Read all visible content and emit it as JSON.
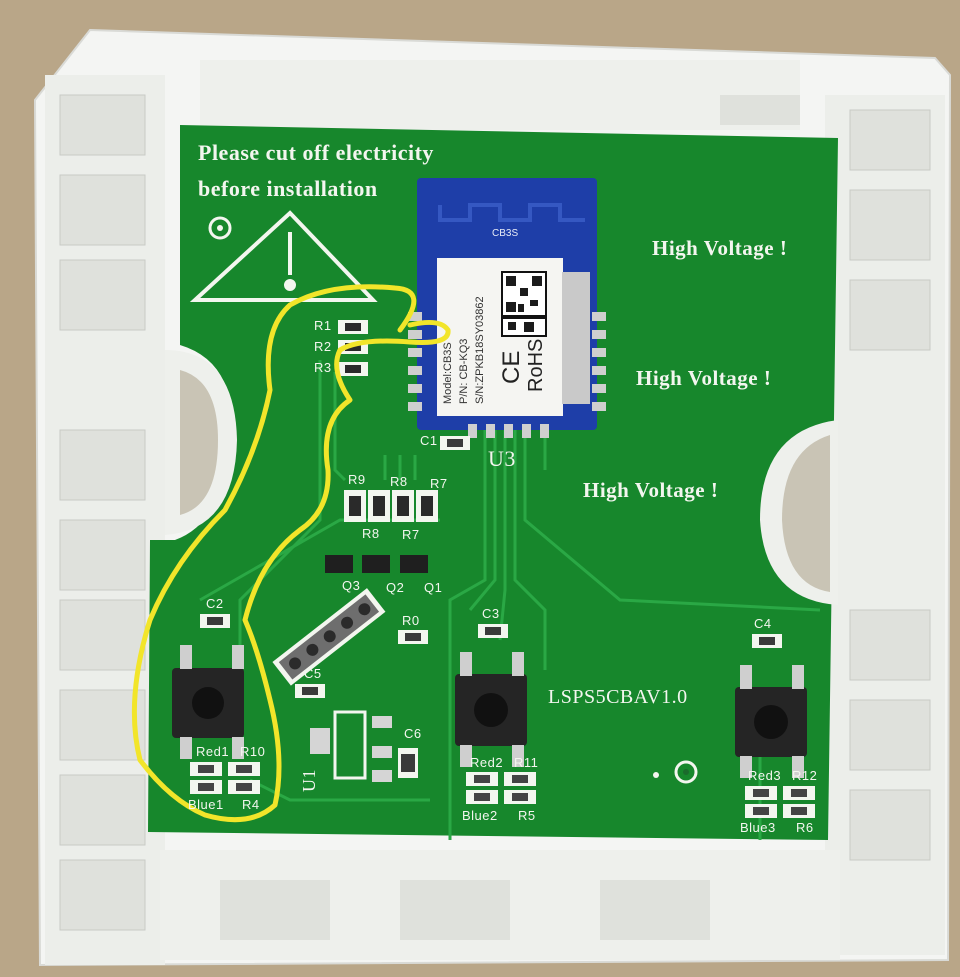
{
  "photo": {
    "warning_line1": "Please cut off electricity",
    "warning_line2": "before installation",
    "high_voltage": [
      "High Voltage !",
      "High Voltage !",
      "High Voltage !"
    ],
    "board_model": "LSPS5CBAV1.0",
    "module": {
      "top_label": "CB3S",
      "model_line": "Model:CB3S",
      "pn_line": "P/N: CB-KQ3",
      "sn_line": "S/N:ZPKB18SY03862",
      "ce": "CE",
      "rohs": "RoHS"
    },
    "designators": {
      "u3": "U3",
      "u1": "U1",
      "r1": "R1",
      "r2": "R2",
      "r3": "R3",
      "r9": "R9",
      "r8": "R8",
      "r7": "R7",
      "r7b": "R7",
      "r8b": "R8",
      "q1": "Q1",
      "q2": "Q2",
      "q3": "Q3",
      "c1": "C1",
      "c2": "C2",
      "c3": "C3",
      "c4": "C4",
      "c5": "C5",
      "c6": "C6",
      "r0": "R0",
      "red1": "Red1",
      "r10": "R10",
      "blue1": "Blue1",
      "r4": "R4",
      "red2": "Red2",
      "r11": "R11",
      "blue2": "Blue2",
      "r5": "R5",
      "red3": "Red3",
      "r12": "R12",
      "blue3": "Blue3",
      "r6": "R6"
    },
    "colors": {
      "pcb": "#17872c",
      "pcb_trace": "#2aa845",
      "silkscreen": "#f3f6ef",
      "housing": "#f4f5f3",
      "highlight": "#f2e52a",
      "module_pcb": "#1e3ea8"
    }
  }
}
